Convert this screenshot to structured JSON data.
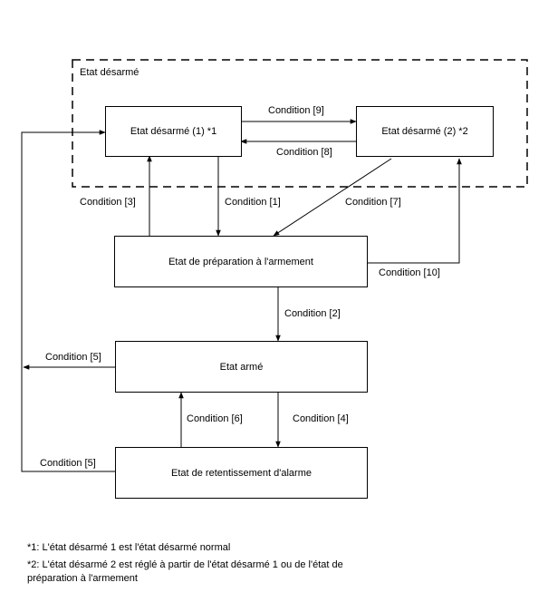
{
  "group": {
    "title": "Etat désarmé"
  },
  "states": {
    "disarmed1": "Etat désarmé (1) *1",
    "disarmed2": "Etat désarmé (2) *2",
    "prep": "Etat de préparation à l'armement",
    "armed": "Etat armé",
    "alarm": "Etat de retentissement d'alarme"
  },
  "conditions": {
    "c9": "Condition [9]",
    "c8": "Condition [8]",
    "c3": "Condition [3]",
    "c1": "Condition [1]",
    "c7": "Condition [7]",
    "c10": "Condition [10]",
    "c2": "Condition [2]",
    "c5_armed": "Condition [5]",
    "c6": "Condition [6]",
    "c4": "Condition [4]",
    "c5_alarm": "Condition [5]"
  },
  "notes": {
    "n1": "*1: L'état désarmé 1 est l'état désarmé normal",
    "n2": "*2: L'état désarmé 2 est réglé à partir de l'état désarmé 1 ou de l'état de préparation à l'armement"
  }
}
